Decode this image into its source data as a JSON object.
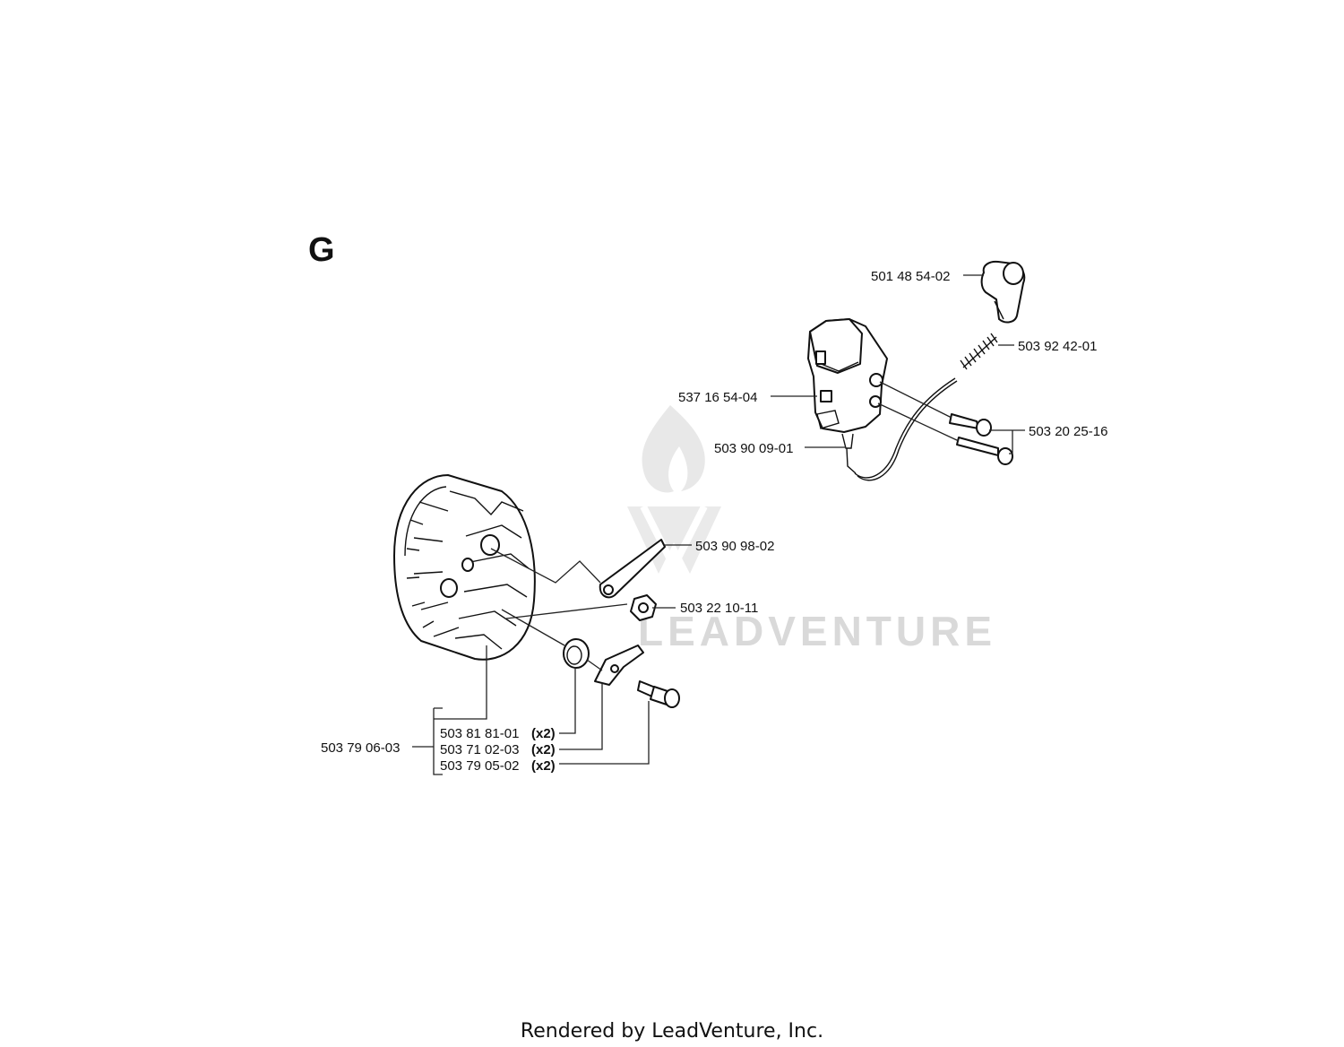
{
  "section_letter": "G",
  "footer": "Rendered by LeadVenture, Inc.",
  "watermark": "LEADVENTURE",
  "parts": {
    "spark_plug_cap": "501 48 54-02",
    "spring": "503 92 42-01",
    "ignition_module": "537 16 54-04",
    "screws": "503 20 25-16",
    "ignition_cable": "503 90 09-01",
    "pawl_spring": "503 90 98-02",
    "nut": "503 22 10-11",
    "flywheel": "503 79 06-03",
    "flywheel_kit_spring": "503 81 81-01",
    "flywheel_kit_pawl": "503 71 02-03",
    "flywheel_kit_screw": "503 79 05-02",
    "qty_x2": "(x2)"
  }
}
